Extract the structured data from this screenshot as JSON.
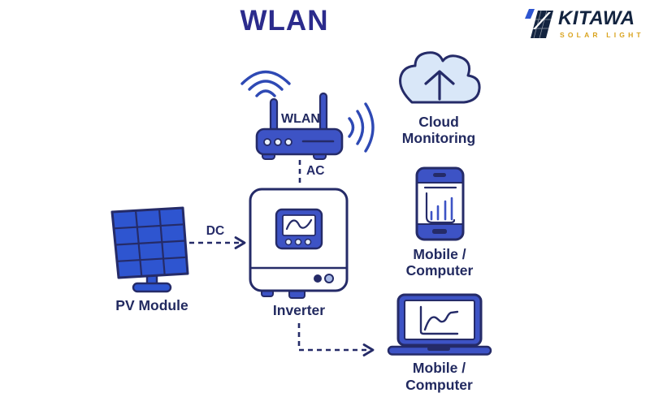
{
  "title": "WLAN",
  "logo": {
    "brand": "KITAWA",
    "tagline": "SOLAR LIGHT"
  },
  "diagram": {
    "pv_module": {
      "label": "PV Module"
    },
    "inverter": {
      "label": "Inverter"
    },
    "router": {
      "label": "WLAN"
    },
    "cloud": {
      "line1": "Cloud",
      "line2": "Monitoring"
    },
    "mobile": {
      "line1": "Mobile /",
      "line2": "Computer"
    },
    "laptop": {
      "line1": "Mobile /",
      "line2": "Computer"
    },
    "links": {
      "dc": "DC",
      "ac": "AC"
    }
  },
  "colors": {
    "navy_outline": "#252b68",
    "label_navy": "#222a60",
    "title_navy": "#2b2b8c",
    "device_blue": "#3d53c5",
    "panel_blue": "#2e55d0",
    "cloud_fill": "#d9e7f8",
    "screen_white": "#ffffff",
    "logo_navy": "#132440",
    "logo_gold": "#d9a31d"
  }
}
